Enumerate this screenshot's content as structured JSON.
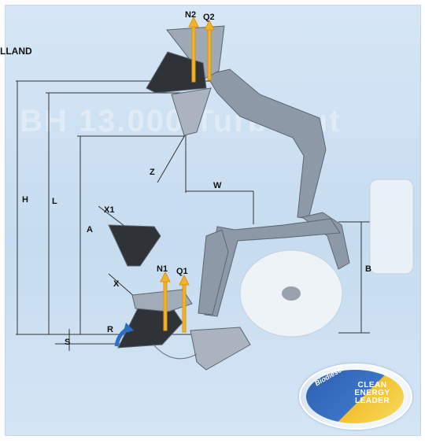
{
  "brand_text": "LLAND",
  "watermark": "BH 13.000 Turbocut",
  "dimensions": {
    "H": "H",
    "L": "L",
    "A": "A",
    "S": "S",
    "Z": "Z",
    "W": "W",
    "B": "B",
    "X": "X",
    "X1": "X1",
    "R": "R"
  },
  "forces": {
    "N2": "N2",
    "Q2": "Q2",
    "N1": "N1",
    "Q1": "Q1"
  },
  "badge": {
    "top": "Biodiesel",
    "line1": "CLEAN",
    "line2": "ENERGY",
    "line3": "LEADER"
  },
  "colors": {
    "background": "#cfe0f2",
    "arm": "#8f9aa8",
    "arrow": "#f4b325",
    "rotation": "#2a6fc4",
    "badge_blue": "#2c5fb0",
    "badge_yellow": "#f2c230"
  }
}
